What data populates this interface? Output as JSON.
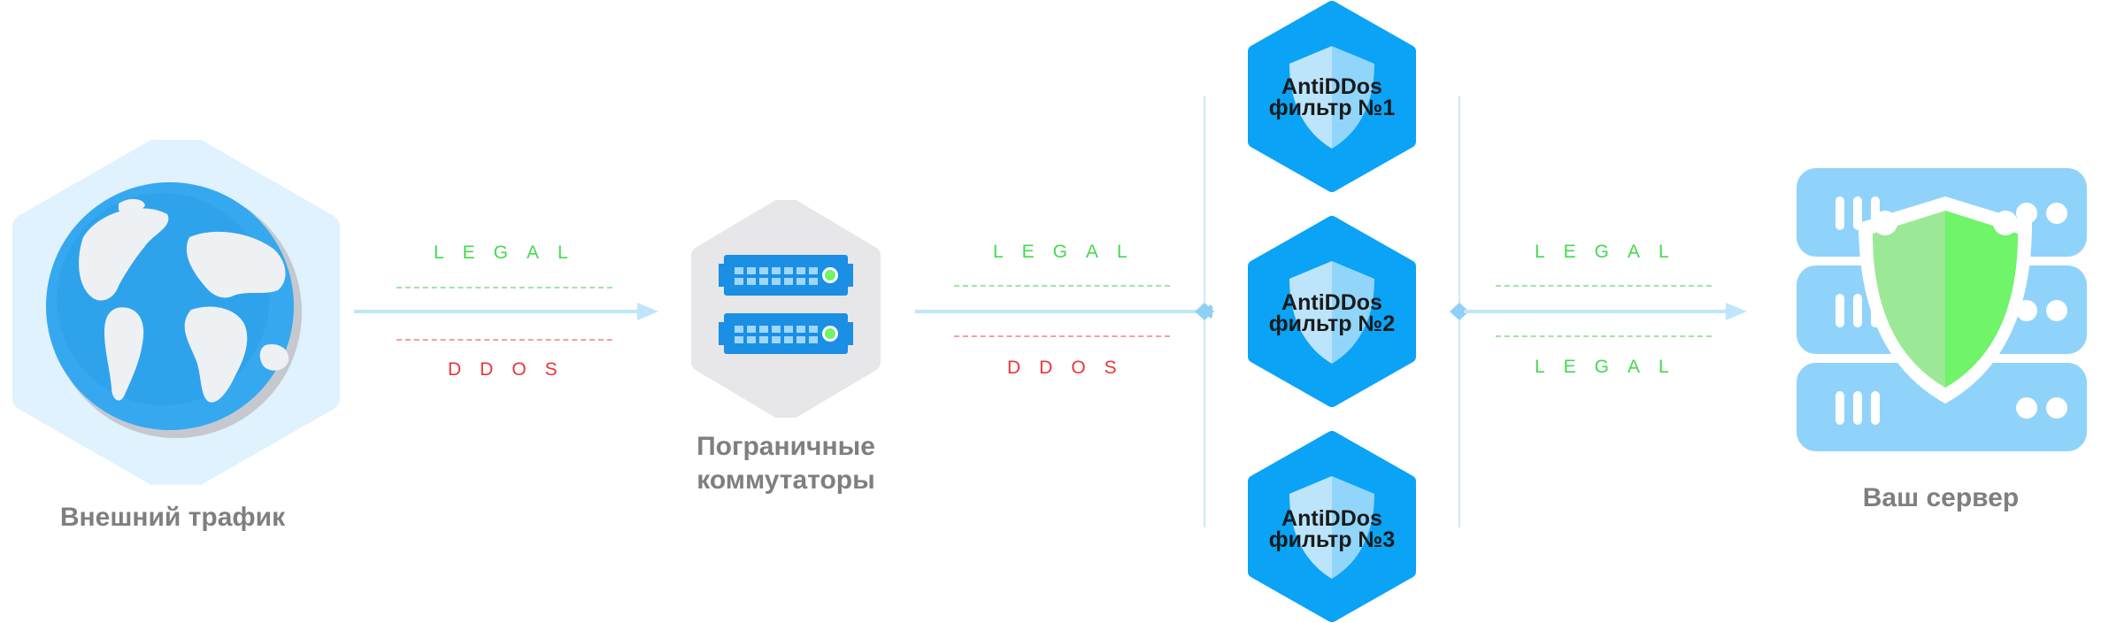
{
  "nodes": {
    "external": {
      "label": "Внешний трафик"
    },
    "switches": {
      "line1": "Пограничные",
      "line2": "коммутаторы"
    },
    "filters": [
      {
        "line1": "AntiDDos",
        "line2": "фильтр №1"
      },
      {
        "line1": "AntiDDos",
        "line2": "фильтр №2"
      },
      {
        "line1": "AntiDDos",
        "line2": "фильтр №3"
      }
    ],
    "server": {
      "label": "Ваш сервер"
    }
  },
  "flows": {
    "segment1": {
      "top": "LEGAL",
      "bottom": "DDOS"
    },
    "segment2": {
      "top": "LEGAL",
      "bottom": "DDOS"
    },
    "segment3": {
      "top": "LEGAL",
      "bottom": "LEGAL"
    }
  },
  "colors": {
    "legal": "#45d94f",
    "ddos": "#e9353b",
    "filter_blue": "#0aa3f5",
    "arrow": "#bfe6fb",
    "server_blue": "#8fd3fa",
    "shield_green": "#6ff46a"
  }
}
